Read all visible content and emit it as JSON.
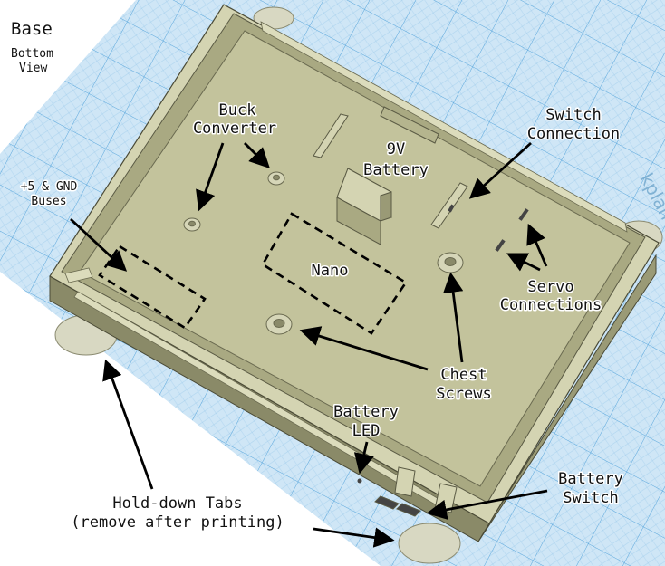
{
  "colors": {
    "grid_background": "#cfe6f6",
    "grid_line": "#8fc3e8",
    "grid_major": "#5aa7dc",
    "body_face": "#b5b58e",
    "body_floor": "#c3c39c",
    "body_wall_top": "#dcdcbc",
    "body_side": "#8a8a68",
    "edge": "#4a4a36",
    "tabs": "#d8d8c2",
    "label_text": "#111111"
  },
  "header": {
    "title": "Base",
    "subtitle": [
      "Bottom",
      "View"
    ]
  },
  "watermark": "kplan",
  "labels": {
    "buck_converter": [
      "Buck",
      "Converter"
    ],
    "nine_v_battery": [
      "9V",
      "Battery"
    ],
    "switch_connection": [
      "Switch",
      "Connection"
    ],
    "buses": [
      "+5 & GND",
      "Buses"
    ],
    "nano": "Nano",
    "servo_connections": [
      "Servo",
      "Connections"
    ],
    "chest_screws": [
      "Chest",
      "Screws"
    ],
    "battery_led": [
      "Battery",
      "LED"
    ],
    "battery_switch": [
      "Battery",
      "Switch"
    ],
    "hold_down_tabs": [
      "Hold-down Tabs",
      "(remove after printing)"
    ]
  }
}
